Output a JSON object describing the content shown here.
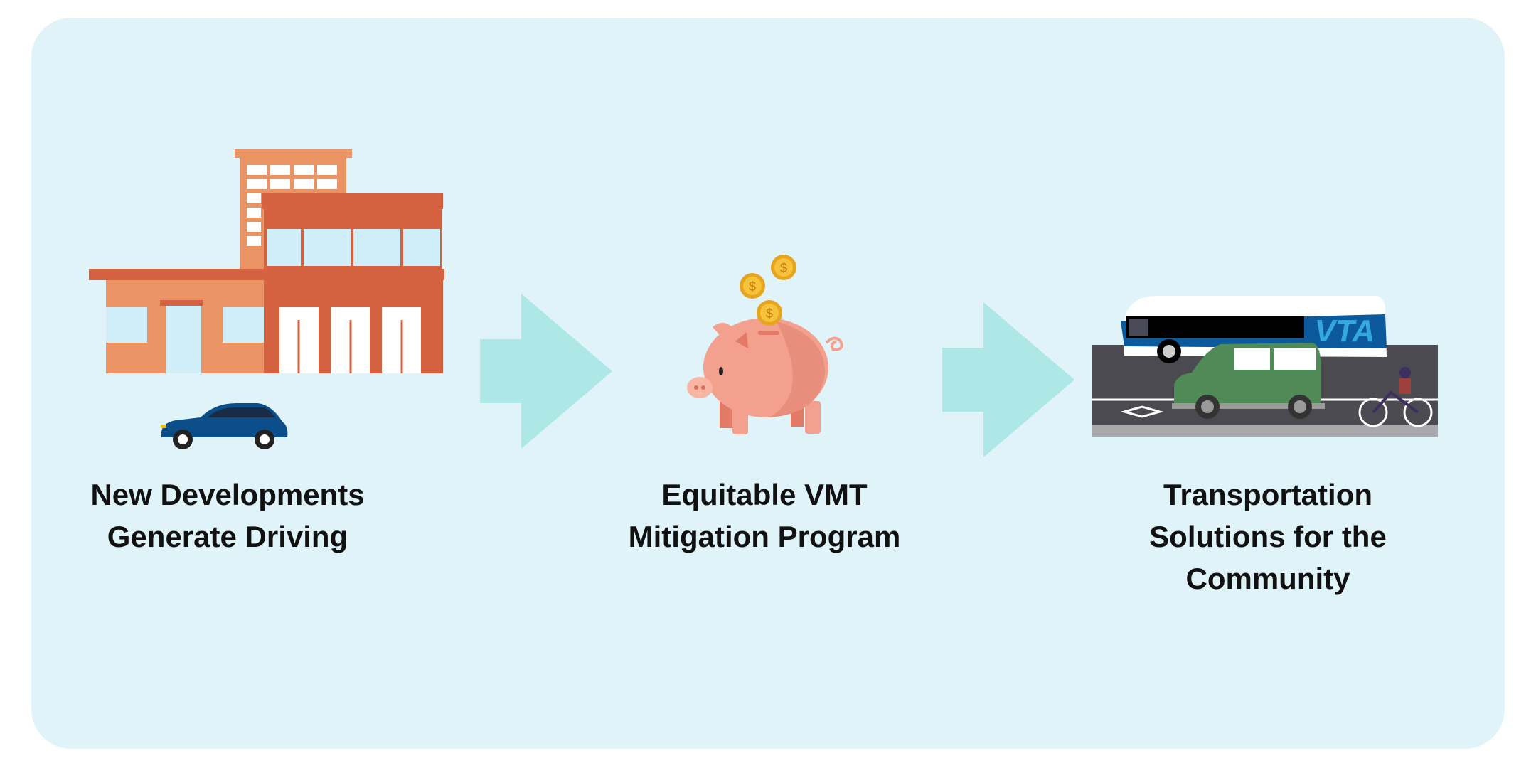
{
  "steps": [
    {
      "title_lines": [
        "New Developments",
        "Generate Driving"
      ],
      "icon": "building-with-car-icon"
    },
    {
      "title_lines": [
        "Equitable VMT",
        "Mitigation Program"
      ],
      "icon": "piggy-bank-with-coins-icon"
    },
    {
      "title_lines": [
        "Transportation",
        "Solutions for the",
        "Community"
      ],
      "icon": "bus-van-bicycle-icon"
    }
  ],
  "logos": {
    "bus": "VTA"
  },
  "colors": {
    "panel": "#dff3f8",
    "arrow": "#aee8e6",
    "building_dark": "#d46241",
    "building_light": "#ea9465",
    "car": "#0b4e8a",
    "pig": "#f4a08e",
    "van": "#4f8a57",
    "road": "#4a4a50"
  }
}
